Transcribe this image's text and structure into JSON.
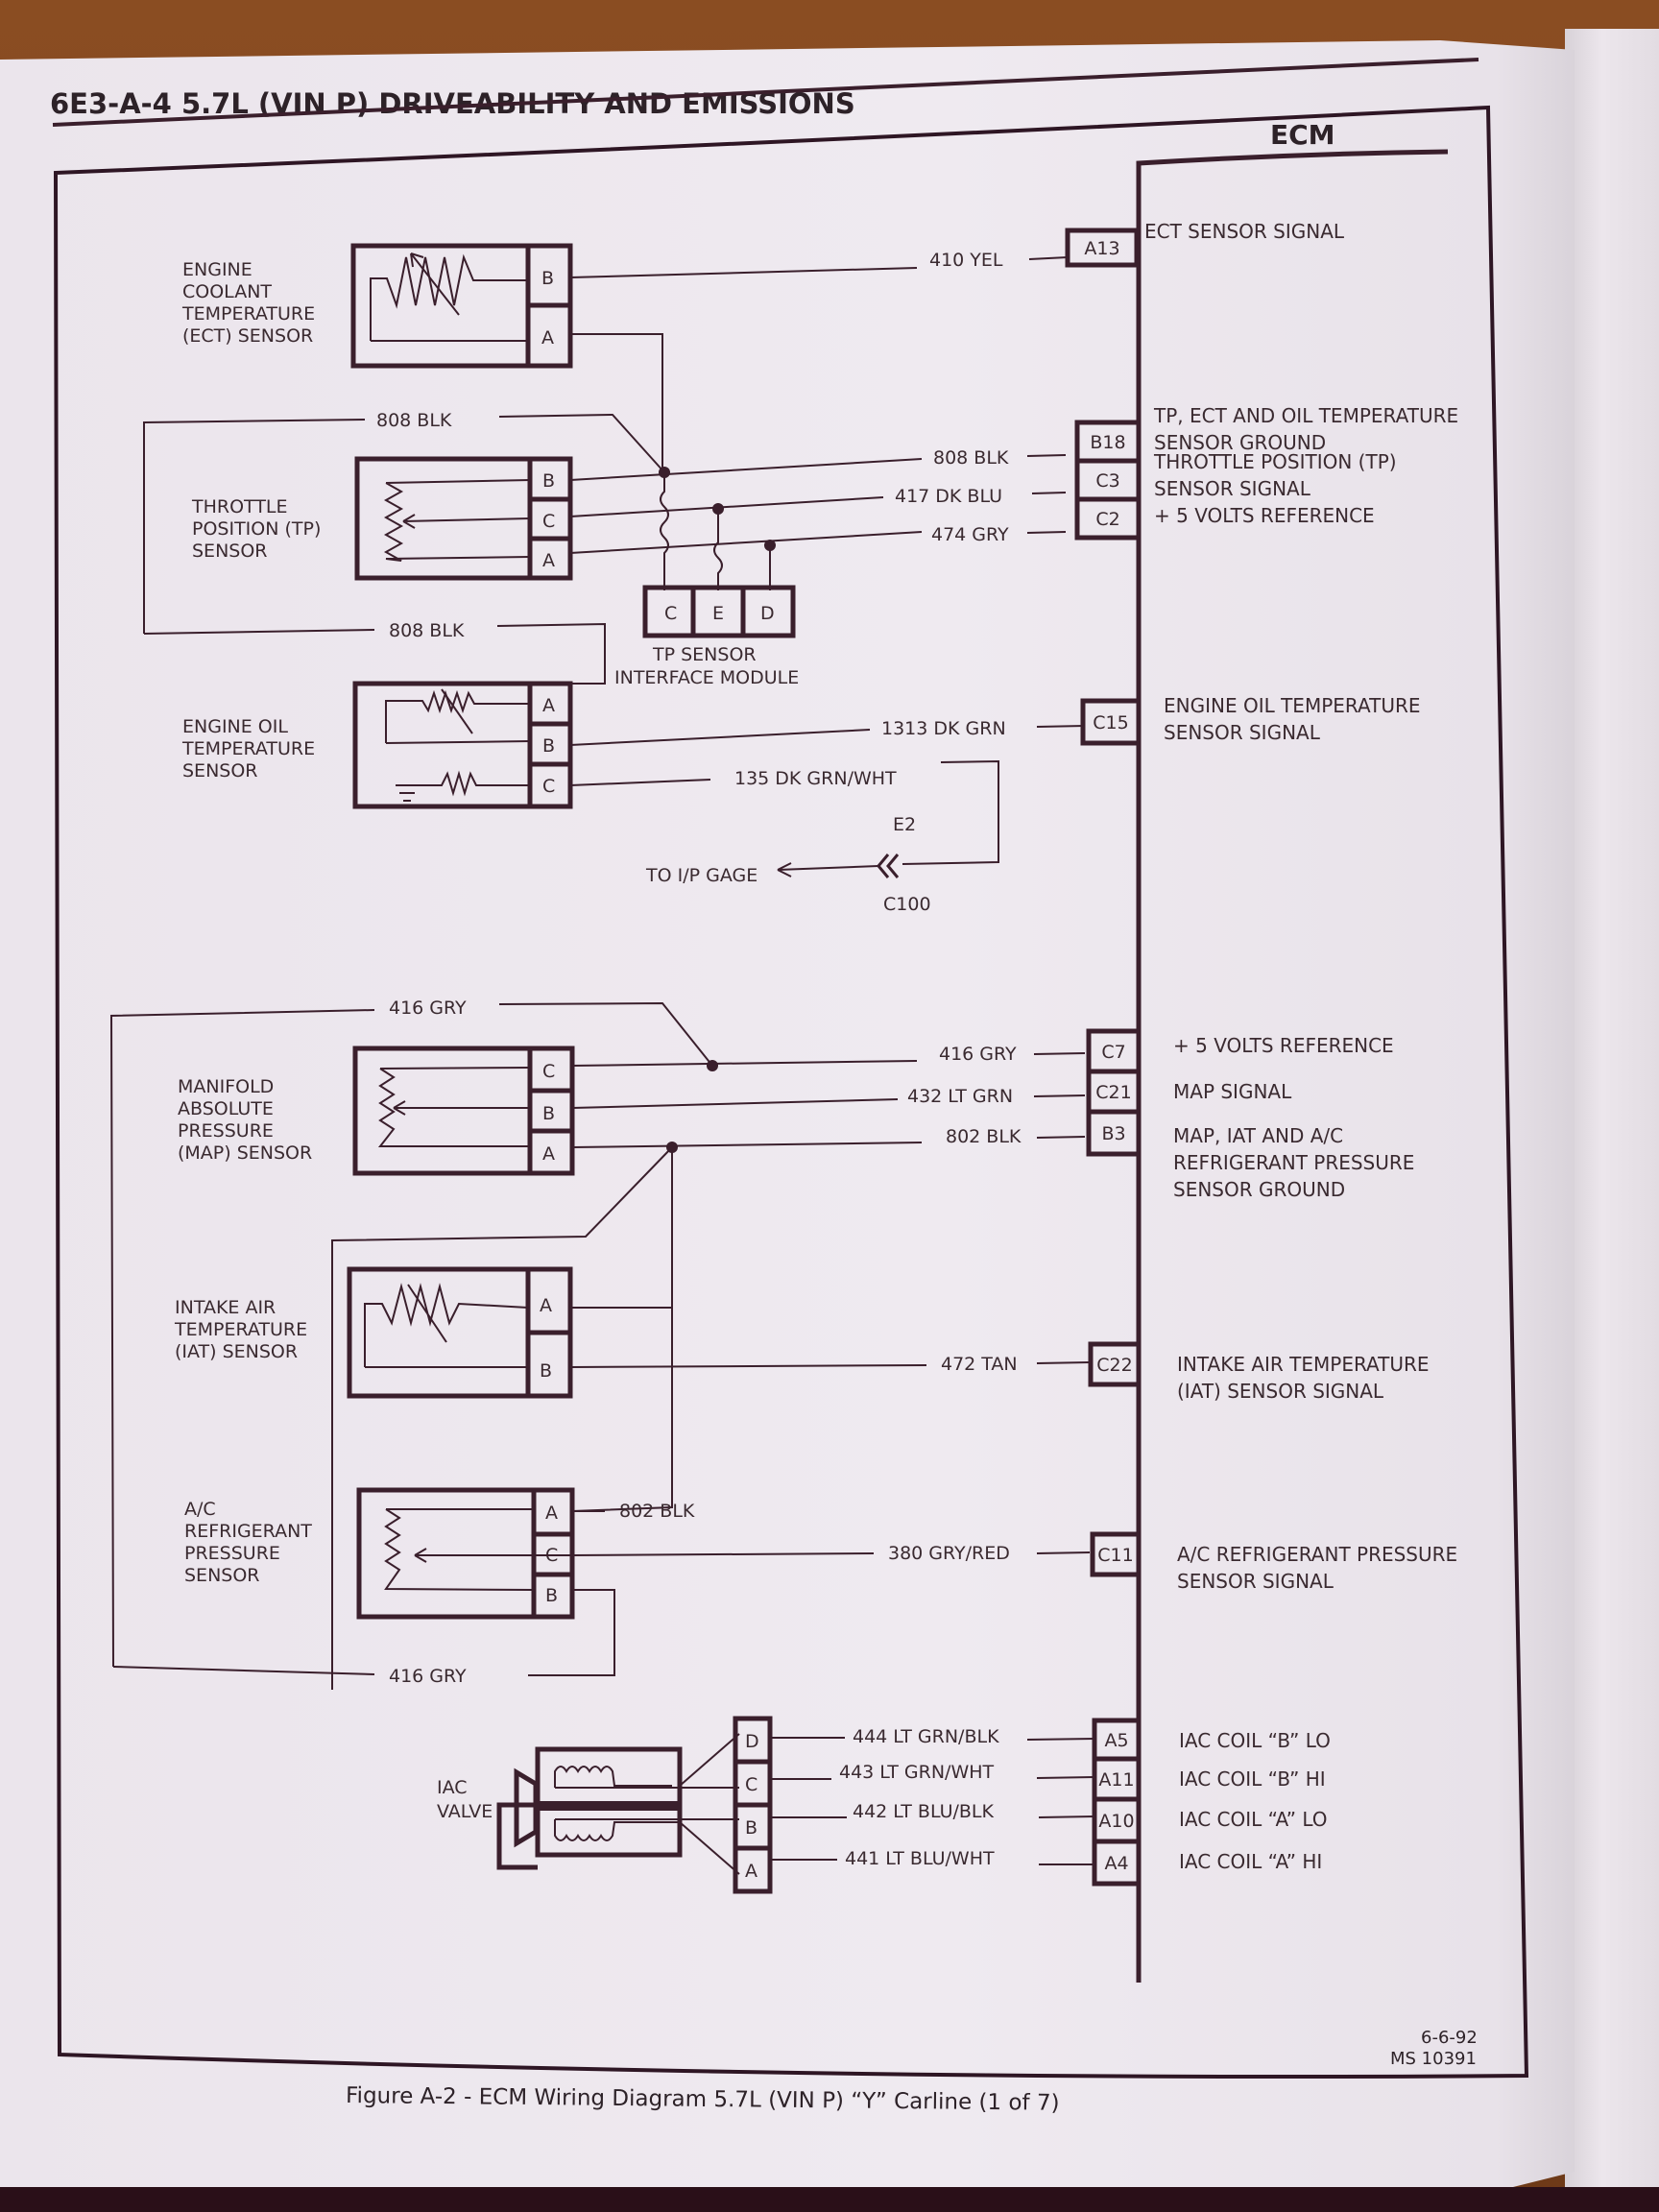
{
  "page_header": "6E3-A-4  5.7L  (VIN P)  DRIVEABILITY AND EMISSIONS",
  "ecm": {
    "title": "ECM",
    "pins": [
      {
        "pin": "A13",
        "desc": [
          "ECT SENSOR SIGNAL"
        ]
      },
      {
        "pin": "B18",
        "desc": [
          "TP, ECT AND OIL TEMPERATURE",
          "SENSOR GROUND"
        ]
      },
      {
        "pin": "C3",
        "desc": [
          "THROTTLE POSITION (TP)",
          "SENSOR SIGNAL"
        ]
      },
      {
        "pin": "C2",
        "desc": [
          "+ 5 VOLTS REFERENCE"
        ]
      },
      {
        "pin": "C15",
        "desc": [
          "ENGINE OIL TEMPERATURE",
          "SENSOR SIGNAL"
        ]
      },
      {
        "pin": "C7",
        "desc": [
          "+ 5 VOLTS REFERENCE"
        ]
      },
      {
        "pin": "C21",
        "desc": [
          "MAP SIGNAL"
        ]
      },
      {
        "pin": "B3",
        "desc": [
          "MAP, IAT AND A/C",
          "REFRIGERANT PRESSURE",
          "SENSOR GROUND"
        ]
      },
      {
        "pin": "C22",
        "desc": [
          "INTAKE AIR TEMPERATURE",
          "(IAT) SENSOR SIGNAL"
        ]
      },
      {
        "pin": "C11",
        "desc": [
          "A/C REFRIGERANT PRESSURE",
          "SENSOR SIGNAL"
        ]
      },
      {
        "pin": "A5",
        "desc": [
          "IAC COIL “B” LO"
        ]
      },
      {
        "pin": "A11",
        "desc": [
          "IAC COIL “B” HI"
        ]
      },
      {
        "pin": "A10",
        "desc": [
          "IAC COIL “A” LO"
        ]
      },
      {
        "pin": "A4",
        "desc": [
          "IAC COIL “A” HI"
        ]
      }
    ]
  },
  "components": {
    "ect": {
      "label": [
        "ENGINE",
        "COOLANT",
        "TEMPERATURE",
        "(ECT) SENSOR"
      ],
      "pins": [
        "B",
        "A"
      ]
    },
    "tp": {
      "label": [
        "THROTTLE",
        "POSITION (TP)",
        "SENSOR"
      ],
      "pins": [
        "B",
        "C",
        "A"
      ]
    },
    "tp_module": {
      "label": [
        "TP SENSOR",
        "INTERFACE MODULE"
      ],
      "pins": [
        "C",
        "E",
        "D"
      ]
    },
    "oil": {
      "label": [
        "ENGINE OIL",
        "TEMPERATURE",
        "SENSOR"
      ],
      "pins": [
        "A",
        "B",
        "C"
      ]
    },
    "map": {
      "label": [
        "MANIFOLD",
        "ABSOLUTE",
        "PRESSURE",
        "(MAP) SENSOR"
      ],
      "pins": [
        "C",
        "B",
        "A"
      ]
    },
    "iat": {
      "label": [
        "INTAKE AIR",
        "TEMPERATURE",
        "(IAT) SENSOR"
      ],
      "pins": [
        "A",
        "B"
      ]
    },
    "ac": {
      "label": [
        "A/C",
        "REFRIGERANT",
        "PRESSURE",
        "SENSOR"
      ],
      "pins": [
        "A",
        "C",
        "B"
      ]
    },
    "iac": {
      "label": [
        "IAC",
        "VALVE"
      ],
      "pins": [
        "D",
        "C",
        "B",
        "A"
      ]
    }
  },
  "wires": {
    "w410": "410 YEL",
    "w808_top": "808 BLK",
    "w808_ecm": "808 BLK",
    "w808_low": "808 BLK",
    "w417": "417 DK BLU",
    "w474": "474 GRY",
    "w1313": "1313 DK GRN",
    "w135": "135 DK GRN/WHT",
    "w416_top": "416 GRY",
    "w416_ecm": "416 GRY",
    "w432": "432 LT GRN",
    "w802_ecm": "802 BLK",
    "w472": "472 TAN",
    "w802_ac": "802 BLK",
    "w380": "380 GRY/RED",
    "w416_bottom": "416 GRY",
    "w444": "444 LT GRN/BLK",
    "w443": "443 LT GRN/WHT",
    "w442": "442 LT BLU/BLK",
    "w441": "441 LT BLU/WHT"
  },
  "connector": {
    "e2": "E2",
    "c100": "C100",
    "to_gage": "TO I/P GAGE"
  },
  "footer": {
    "date": "6-6-92",
    "ms_number": "MS 10391",
    "caption": "Figure A-2 - ECM Wiring Diagram  5.7L  (VIN P)  “Y”  Carline  (1 of 7)"
  }
}
